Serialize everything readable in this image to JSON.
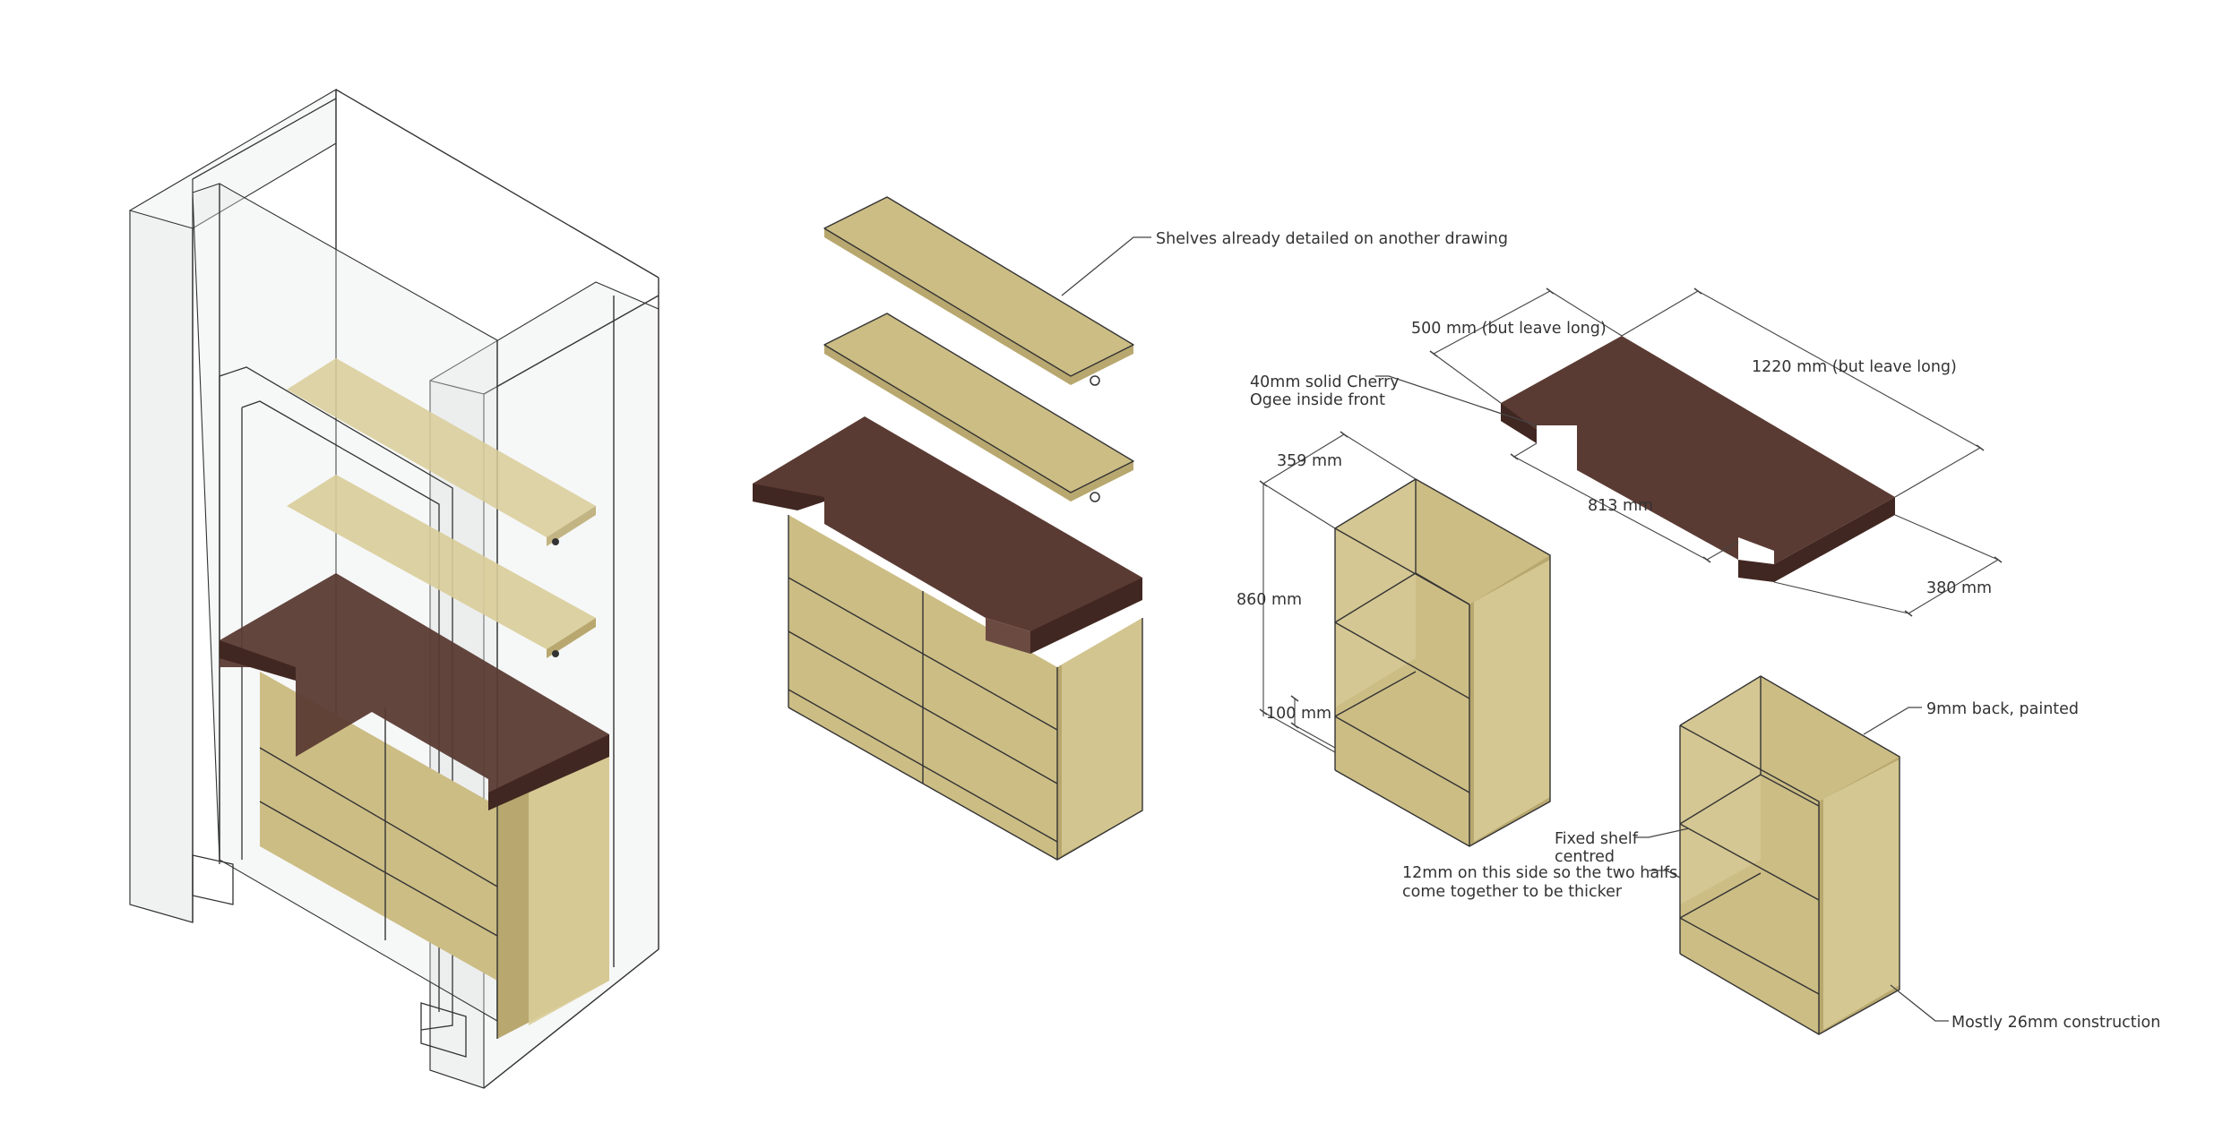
{
  "annotations": {
    "shelves_note": "Shelves already detailed on another drawing",
    "cherry_note_line1": "40mm solid Cherry",
    "cherry_note_line2": "Ogee inside front",
    "back_note": "9mm back, painted",
    "fixed_shelf_line1": "Fixed shelf",
    "fixed_shelf_line2": "centred",
    "side_note_line1": "12mm on this side so the two halfs",
    "side_note_line2": "come together to be thicker",
    "construction_note": "Mostly 26mm construction"
  },
  "dimensions": {
    "top_depth": "500 mm (but leave long)",
    "top_length": "1220 mm (but leave long)",
    "top_inner": "813 mm",
    "top_return": "380 mm",
    "cabinet_depth": "359 mm",
    "cabinet_height": "860 mm",
    "plinth_height": "100 mm"
  },
  "colors": {
    "carcass": "#ccbd85",
    "cherry_top": "#5a3b33",
    "glass": "#e6e9e9"
  }
}
